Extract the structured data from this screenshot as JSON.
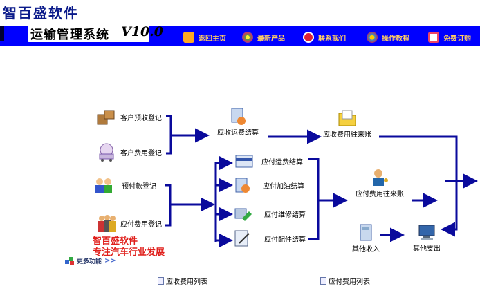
{
  "header": {
    "app_name": "智百盛软件",
    "subtitle": "运输管理系统",
    "version": "V10.0",
    "nav": [
      {
        "label": "返回主页",
        "icon": "home-icon",
        "color": "#ff9900"
      },
      {
        "label": "最新产品",
        "icon": "flower-icon",
        "color": "#44aa44"
      },
      {
        "label": "联系我们",
        "icon": "contact-icon",
        "color": "#cc2222"
      },
      {
        "label": "操作教程",
        "icon": "tutorial-icon",
        "color": "#3399cc"
      },
      {
        "label": "免费订购",
        "icon": "order-icon",
        "color": "#ee4466"
      }
    ]
  },
  "flow": {
    "customer_prepay": "客户预收登记",
    "customer_fee": "客户费用登记",
    "advance_payment": "预付款登记",
    "payable_fee": "应付费用登记",
    "receivable_freight_settle": "应收运费结算",
    "receivable_ledger": "应收费用往来账",
    "payable_freight_settle": "应付运费结算",
    "payable_fuel_settle": "应付加油结算",
    "payable_repair_settle": "应付维修结算",
    "payable_parts_settle": "应付配件结算",
    "payable_ledger": "应付费用往来账",
    "other_income": "其他收入",
    "other_expense": "其他支出"
  },
  "brand": {
    "line1": "智百盛软件",
    "line2": "专注汽车行业发展"
  },
  "more_functions": "更多功能",
  "more_arrows": ">>",
  "links": {
    "receivable_list": "应收费用列表",
    "payable_list": "应付费用列表"
  },
  "colors": {
    "header_blue": "#0000ff",
    "arrow_blue": "#0a0a9c",
    "brand_red": "#e0201c"
  }
}
